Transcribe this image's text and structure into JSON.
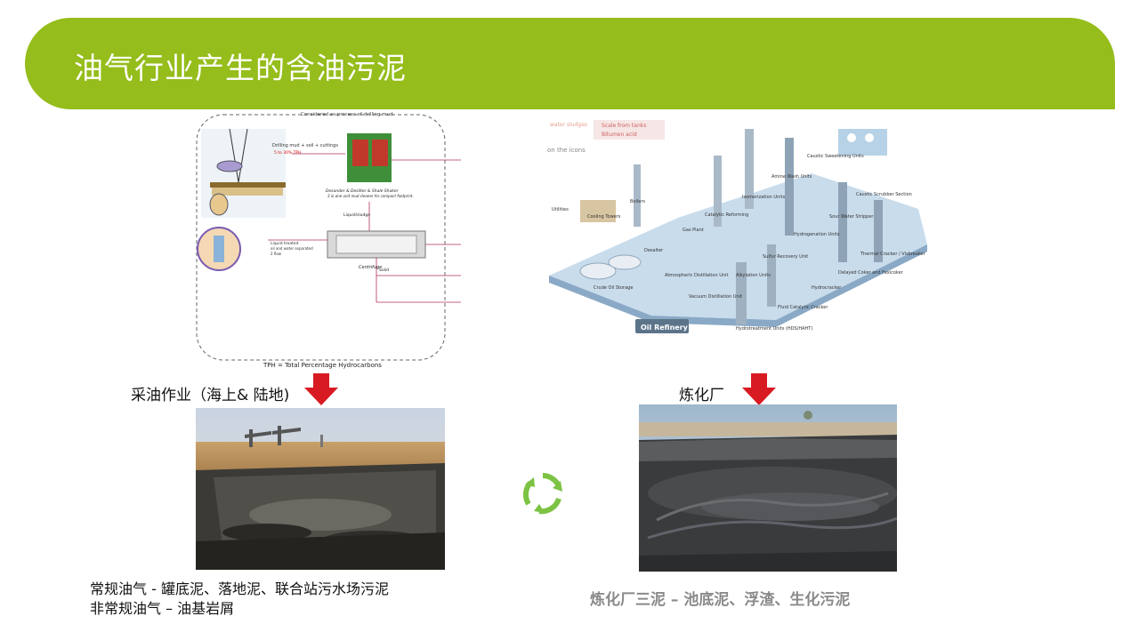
{
  "header": {
    "title": "油气行业产生的含油污泥"
  },
  "left_diagram": {
    "top_note": "Considered as process of drilling mud",
    "mud_text": "Drilling mud + soil + cuttings",
    "tph_small": "5 to 30% TPH",
    "shaker_caption": "Desander & Desilter & Shale Shaker",
    "shaker_sub": "3 in one unit mud cleaner for compact footprint.",
    "liquid_sludge": "Liquid/sludge",
    "liquid_treated": "Liquid treated",
    "oil_water": "oil and water separated",
    "flow": "2 flow",
    "centrifuge": "Centrifuge",
    "solid": "Solid",
    "bottom_note": "TPH = Total Percentage Hydrocarbons"
  },
  "right_diagram": {
    "legend_1": "water sludges",
    "legend_2": "Scale from tanks",
    "legend_3": "Bitumen acid",
    "on_icons": "on the icons",
    "units": [
      "Utilities",
      "Boilers",
      "Cooling Towers",
      "Crude Oil Storage",
      "Desalter",
      "Atmospheric Distillation Unit",
      "Vacuum Distillation Unit",
      "Gas Plant",
      "Catalytic Reforming",
      "Isomerization Units",
      "Amine Wash Units",
      "Caustic Sweetening Units",
      "Caustic Scrubber Section",
      "Sour Water Stripper",
      "Hydrogenation Units",
      "Sulfur Recovery Unit",
      "Alkylation Units",
      "Hydrocracker",
      "Fluid Catalytic Cracker",
      "Thermal Cracker / Visbreaker",
      "Delayed Coker and Fexicoker",
      "Hydrotreatment Units (HDS/HAHT)"
    ],
    "badge": "Oil Refinery"
  },
  "left_label": "采油作业（海上& 陆地)",
  "right_label": "炼化厂",
  "left_caption_line1": "常规油气 - 罐底泥、落地泥、联合站污水场污泥",
  "left_caption_line2": "非常规油气 – 油基岩屑",
  "right_caption": "炼化厂三泥 – 池底泥、浮渣、生化污泥",
  "colors": {
    "header": "#95bd1b",
    "arrow": "#d81b23",
    "cycle": "#7cc243"
  }
}
